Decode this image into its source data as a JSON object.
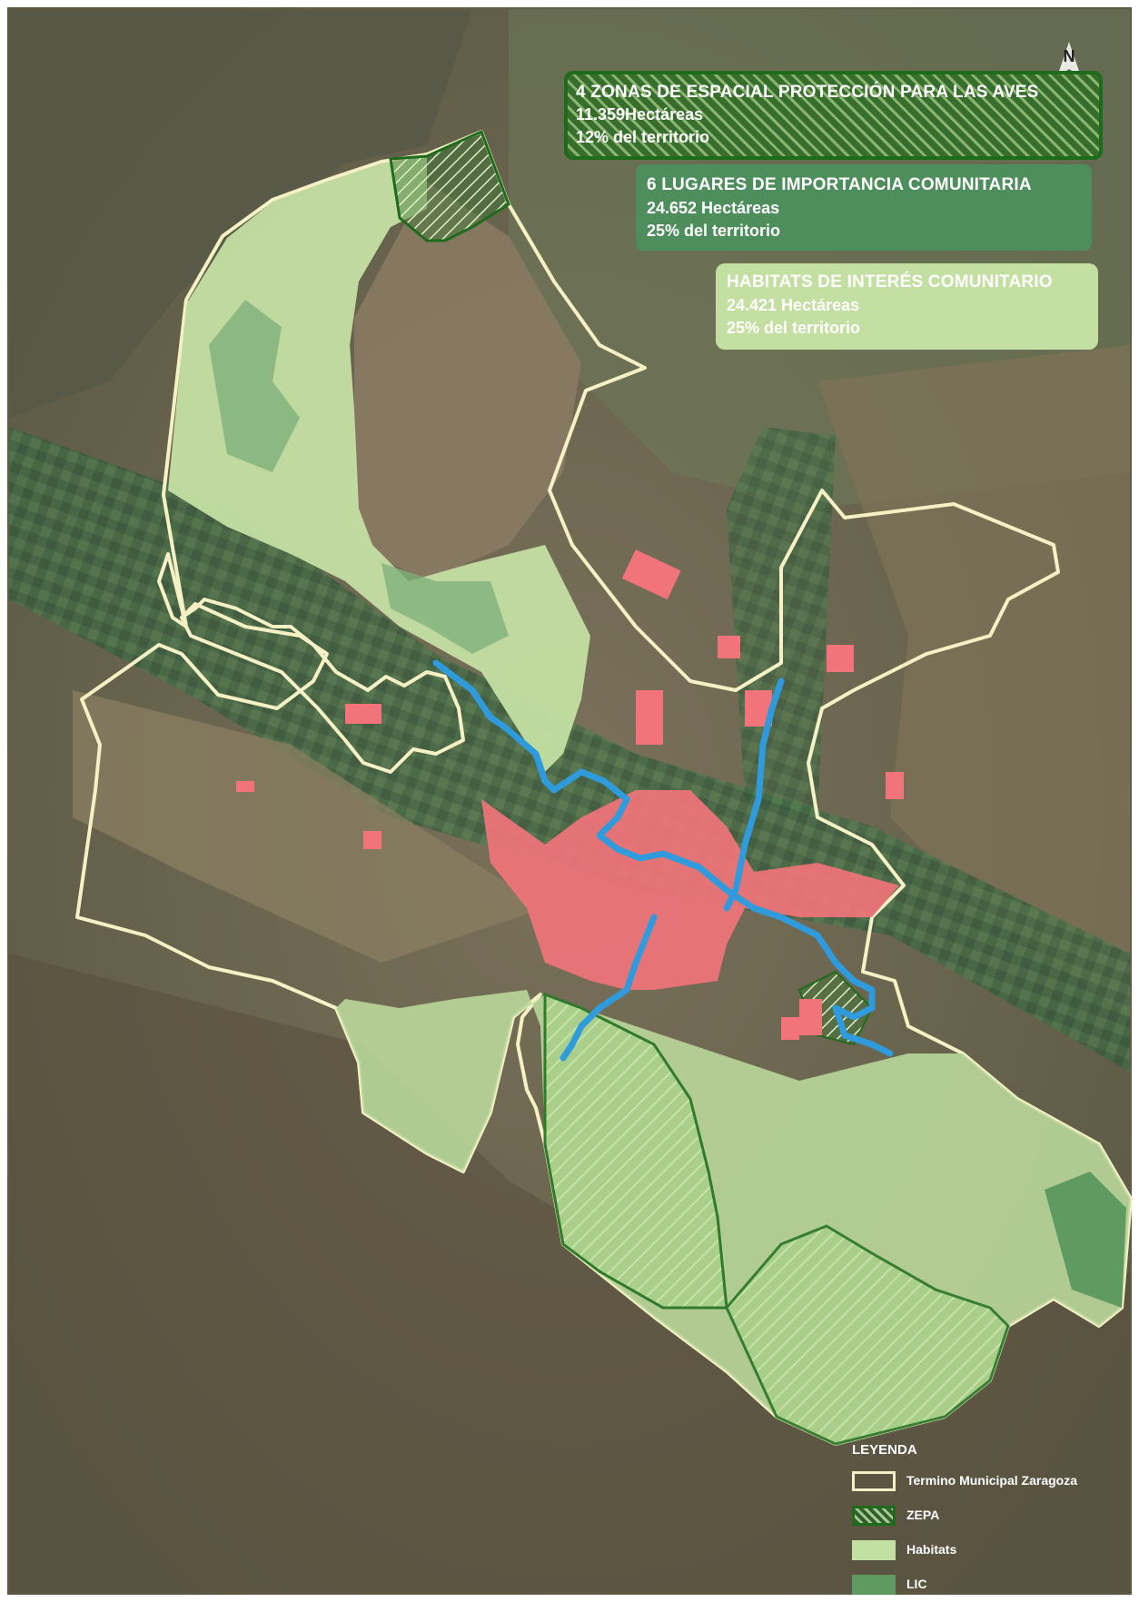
{
  "map": {
    "north_label": "N",
    "colors": {
      "satellite_base": "#6d6a52",
      "boundary": "#f6f1c4",
      "zepa": "#1e6b1c",
      "habitats": "#c4dfa2",
      "lic": "#5f9a60",
      "urban": "#f0747a",
      "river": "#2f9bdc"
    }
  },
  "panels": {
    "zepa": {
      "title": "4 ZONAS DE ESPACIAL PROTECCIÓN PARA LAS AVES",
      "area": "11.359Hectáreas",
      "share": "12% del territorio"
    },
    "lic": {
      "title": "6 LUGARES DE IMPORTANCIA COMUNITARIA",
      "area": "24.652 Hectáreas",
      "share": "25% del territorio"
    },
    "habitats": {
      "title": "HABITATS DE INTERÉS COMUNITARIO",
      "area": "24.421 Hectáreas",
      "share": "25% del territorio"
    }
  },
  "legend": {
    "title": "LEYENDA",
    "items": [
      {
        "label": "Termino Municipal Zaragoza"
      },
      {
        "label": "ZEPA"
      },
      {
        "label": "Habitats"
      },
      {
        "label": "LIC"
      }
    ]
  }
}
